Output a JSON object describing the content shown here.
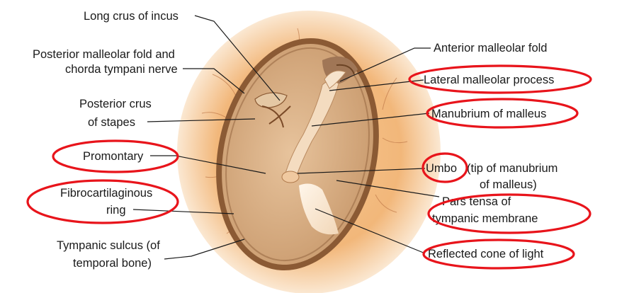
{
  "labels": {
    "long_crus_incus": "Long crus of incus",
    "post_malleolar_1": "Posterior malleolar fold and",
    "post_malleolar_2": "chorda tympani nerve",
    "post_crus_1": "Posterior crus",
    "post_crus_2": "of stapes",
    "promontary": "Promontary",
    "fibro_1": "Fibrocartilaginous",
    "fibro_2": "ring",
    "tympanic_sulcus_1": "Tympanic sulcus (of",
    "tympanic_sulcus_2": "temporal bone)",
    "ant_malleolar": "Anterior malleolar fold",
    "lat_malleolar": "Lateral malleolar process",
    "manubrium": "Manubrium of malleus",
    "umbo": "Umbo",
    "umbo_note_1": "(tip of manubrium",
    "umbo_note_2": "of malleus)",
    "pars_tensa_1": "Pars tensa of",
    "pars_tensa_2": "tympanic membrane",
    "cone_light": "Reflected cone of light"
  },
  "colors": {
    "highlight": "#e8141b",
    "outer_glow": "#f1b87c",
    "membrane": "#d9b088",
    "text": "#1a1a1a"
  }
}
